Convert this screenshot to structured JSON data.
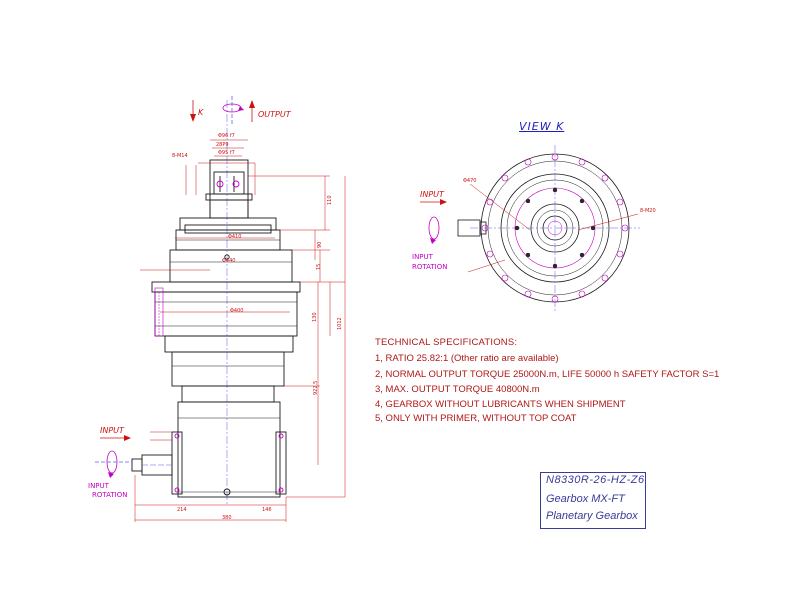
{
  "drawing": {
    "view_label": "VIEW  K",
    "k_arrow_label": "K",
    "output_label": "OUTPUT",
    "input_label_side": "INPUT",
    "input_rotation_side": [
      "INPUT",
      "ROTATION"
    ],
    "input_label_view": "INPUT",
    "input_rotation_view": [
      "INPUT",
      "ROTATION"
    ],
    "dimensions": {
      "top_width": "Φ96 f7",
      "key_width": "28P9",
      "bolt": "8-M14",
      "shaft_dia": "Φ95 f7",
      "flange_dia": "Φ410",
      "body_dia": "Φ400",
      "pcd": "Φ440",
      "h_110": "110",
      "h_90": "90",
      "h_15": "15",
      "h_130": "130",
      "h_1012": "1012",
      "h_922": "922.5",
      "w_214": "214",
      "w_146": "146",
      "w_380": "380",
      "view_bolt": "8-M20",
      "view_pcd": "Φ470"
    },
    "colors": {
      "outline": "#1a1a1a",
      "dimension": "#cc1111",
      "construction": "#c400c4",
      "centerline": "#5d5df0",
      "text": "#b01818",
      "title_block": "#3a3a9a"
    }
  },
  "specifications": {
    "title": "TECHNICAL SPECIFICATIONS:",
    "items": [
      "1, RATIO 25.82:1 (Other ratio are available)",
      "2, NORMAL OUTPUT TORQUE 25000N.m, LIFE 50000 h SAFETY FACTOR S=1",
      "3, MAX. OUTPUT TORQUE 40800N.m",
      "4, GEARBOX WITHOUT LUBRICANTS WHEN SHIPMENT",
      "5, ONLY WITH PRIMER, WITHOUT TOP COAT"
    ]
  },
  "title_block": {
    "model": "N8330R-26-HZ-Z6",
    "name": "Gearbox MX-FT",
    "type": "Planetary Gearbox"
  }
}
